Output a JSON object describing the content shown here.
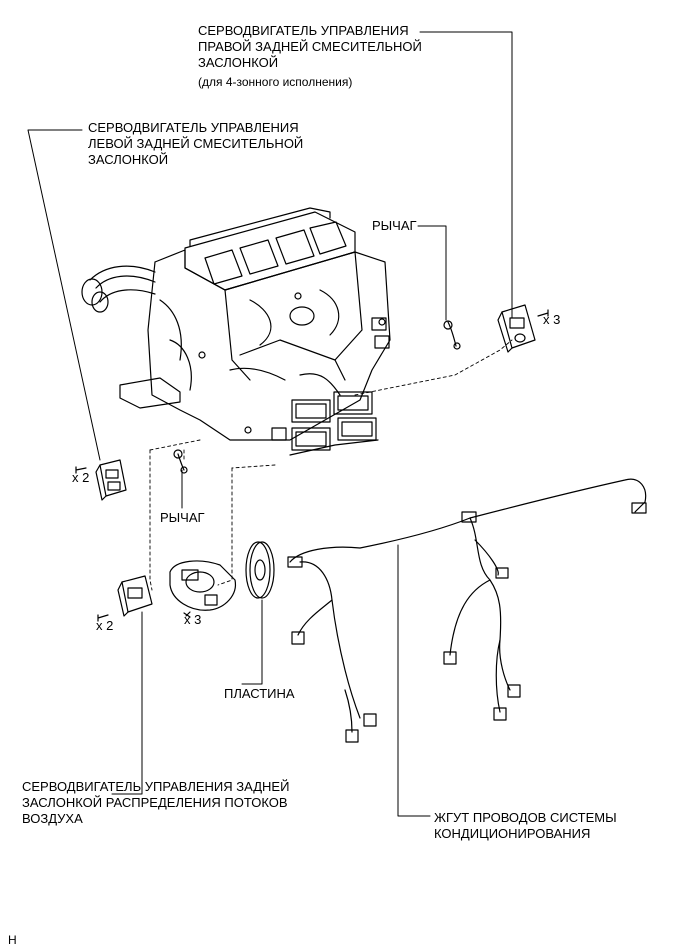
{
  "labels": {
    "right_rear_servo": "СЕРВОДВИГАТЕЛЬ УПРАВЛЕНИЯ\nПРАВОЙ ЗАДНЕЙ СМЕСИТЕЛЬНОЙ\nЗАСЛОНКОЙ",
    "right_rear_servo_note": "(для 4-зонного исполнения)",
    "left_rear_servo": "СЕРВОДВИГАТЕЛЬ УПРАВЛЕНИЯ\nЛЕВОЙ ЗАДНЕЙ СМЕСИТЕЛЬНОЙ\nЗАСЛОНКОЙ",
    "lever_upper": "РЫЧАГ",
    "lever_lower": "РЫЧАГ",
    "plate": "ПЛАСТИНА",
    "airflow_servo": "СЕРВОДВИГАТЕЛЬ УПРАВЛЕНИЯ ЗАДНЕЙ\nЗАСЛОНКОЙ РАСПРЕДЕЛЕНИЯ ПОТОКОВ\nВОЗДУХА",
    "harness": "ЖГУТ ПРОВОДОВ СИСТЕМЫ\nКОНДИЦИОНИРОВАНИЯ",
    "corner_mark": "H"
  },
  "quantities": {
    "left_servo_screws": "x 2",
    "right_servo_screws": "x 3",
    "airflow_servo_screws": "x 2",
    "center_servo_screws": "x 3"
  }
}
